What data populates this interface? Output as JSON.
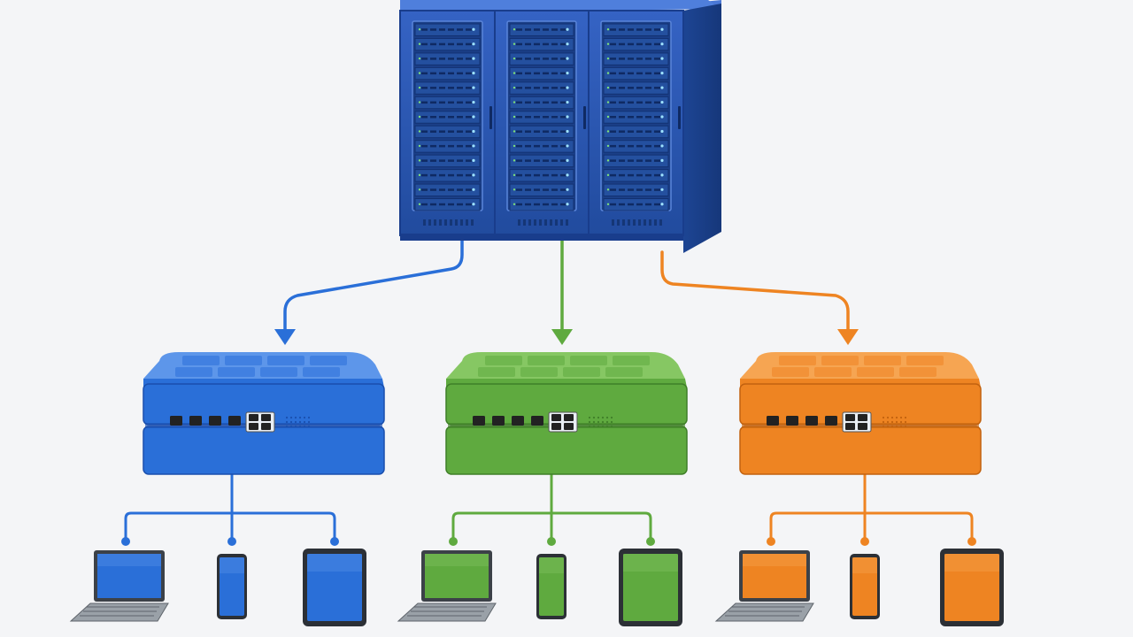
{
  "diagram": {
    "server_rack": {
      "icon": "server-rack-icon",
      "bays": 3,
      "units_per_bay": 13,
      "body_color": "#2a56b8",
      "dark_color": "#193d8c",
      "light_color": "#4a78d6"
    },
    "branches": [
      {
        "id": "blue",
        "color": "#2a6fd8",
        "dark": "#1a4fae",
        "light": "#5d96ea",
        "switch_icon": "network-switch-icon",
        "devices": [
          "laptop",
          "phone",
          "tablet"
        ]
      },
      {
        "id": "green",
        "color": "#5faa3f",
        "dark": "#3f7f28",
        "light": "#86c763",
        "switch_icon": "network-switch-icon",
        "devices": [
          "laptop",
          "phone",
          "tablet"
        ]
      },
      {
        "id": "orange",
        "color": "#ee8422",
        "dark": "#c2620f",
        "light": "#f6a552",
        "switch_icon": "network-switch-icon",
        "devices": [
          "laptop",
          "phone",
          "tablet"
        ]
      }
    ]
  }
}
